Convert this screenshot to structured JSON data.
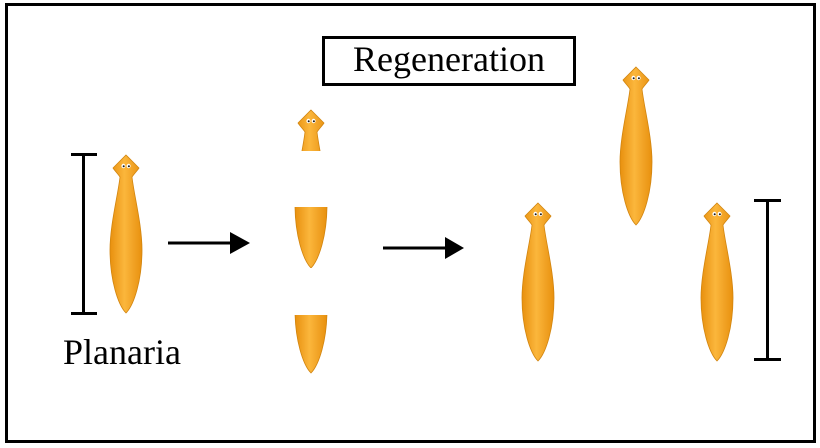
{
  "title": "Regeneration",
  "organism_label": "Planaria",
  "colors": {
    "body": "#F5A11F",
    "body_highlight": "#FBB63C",
    "body_shade": "#E8900E",
    "outline": "#D2850F",
    "eye_white": "#FFFFFF",
    "pupil": "#1A1A1A",
    "ink": "#000000"
  },
  "stages": [
    {
      "name": "intact",
      "description": "Whole planarian with scale bar"
    },
    {
      "name": "cut",
      "description": "Planarian cut into three fragments: head, trunk, tail",
      "fragments": [
        "head",
        "trunk",
        "tail"
      ]
    },
    {
      "name": "regenerated",
      "description": "Three complete planarians regenerated from fragments",
      "count": 3
    }
  ],
  "arrows": [
    {
      "from": "intact",
      "to": "cut"
    },
    {
      "from": "cut",
      "to": "regenerated"
    }
  ],
  "scale_bars": [
    {
      "name": "original-length"
    },
    {
      "name": "regenerated-length"
    }
  ]
}
